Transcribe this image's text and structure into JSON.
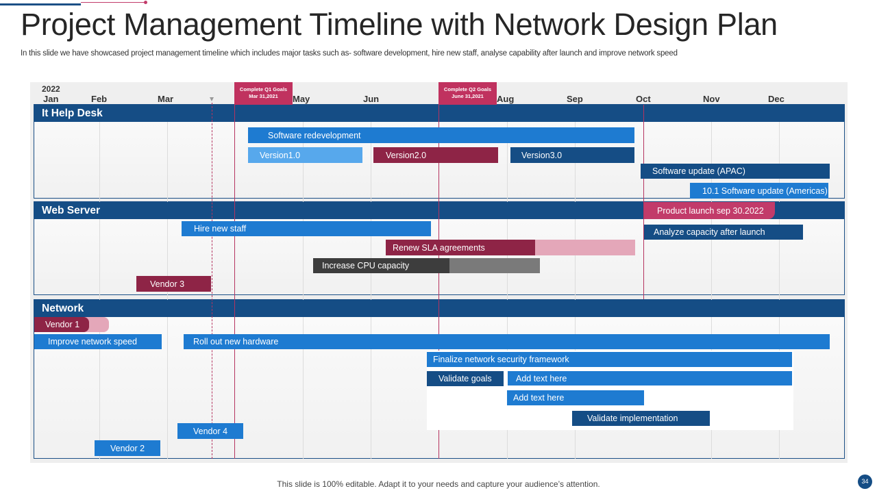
{
  "header": {
    "title": "Project Management Timeline with Network Design Plan",
    "subtitle": "In this slide we have showcased project management timeline which includes major tasks such as- software development, hire new staff, analyse capability after launch and improve network speed"
  },
  "timeline": {
    "year": "2022",
    "months": [
      "Jan",
      "Feb",
      "Mar",
      "May",
      "Jun",
      "Aug",
      "Sep",
      "Oct",
      "Nov",
      "Dec"
    ]
  },
  "milestones": [
    {
      "title": "Complete Q1 Goals",
      "date": "Mar 31,2021"
    },
    {
      "title": "Complete Q2 Goals",
      "date": "June 31,2021"
    }
  ],
  "sections": [
    {
      "label": "It Help Desk",
      "tasks": [
        {
          "label": "Software  redevelopment",
          "color": "#1e7bd1"
        },
        {
          "label": "Version1.0",
          "color": "#57a8ec"
        },
        {
          "label": "Version2.0",
          "color": "#8e2446"
        },
        {
          "label": "Version3.0",
          "color": "#154d85"
        },
        {
          "label": "Software update (APAC)",
          "color": "#154d85"
        },
        {
          "label": "10.1 Software update (Americas)",
          "color": "#1e7bd1"
        }
      ]
    },
    {
      "label": "Web Server",
      "tasks": [
        {
          "label": "Product launch sep 30.2022",
          "color": "#c23b6a"
        },
        {
          "label": "Hire new staff",
          "color": "#1e7bd1"
        },
        {
          "label": "Analyze  capacity after launch",
          "color": "#154d85"
        },
        {
          "label": "Renew SLA agreements",
          "color": "#8e2446",
          "progress": 0.6
        },
        {
          "label": "Increase CPU capacity",
          "color": "#3d3d3d",
          "progress": 0.6
        },
        {
          "label": "Vendor 3",
          "color": "#8e2446"
        }
      ]
    },
    {
      "label": "Network",
      "tasks": [
        {
          "label": "Vendor 1",
          "color": "#8e2446",
          "progress": 0.73
        },
        {
          "label": "Improve network speed",
          "color": "#1e7bd1"
        },
        {
          "label": "Roll out new hardware",
          "color": "#1e7bd1"
        },
        {
          "label": "Finalize network security framework",
          "color": "#1e7bd1"
        },
        {
          "label": "Validate goals",
          "color": "#154d85"
        },
        {
          "label": "Add text here",
          "color": "#1e7bd1"
        },
        {
          "label": "Add text here",
          "color": "#1e7bd1"
        },
        {
          "label": "Validate implementation",
          "color": "#154d85"
        },
        {
          "label": "Vendor 4",
          "color": "#1e7bd1"
        },
        {
          "label": "Vendor 2",
          "color": "#1e7bd1"
        }
      ]
    }
  ],
  "footer": {
    "text": "This slide is 100% editable. Adapt it to your needs and capture your audience’s attention.",
    "page_number": "34"
  }
}
